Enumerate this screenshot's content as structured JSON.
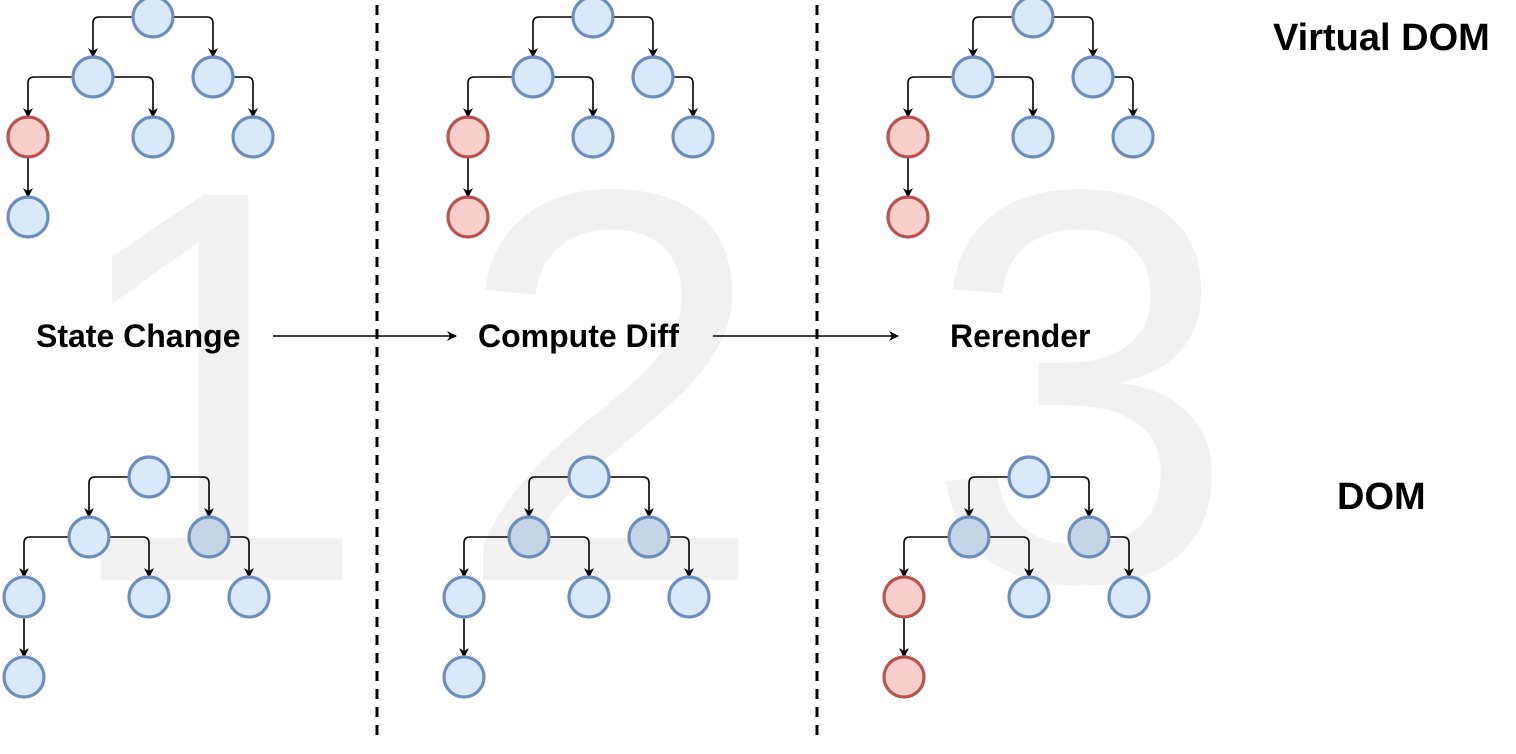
{
  "steps": [
    {
      "number": "1",
      "label": "State Change"
    },
    {
      "number": "2",
      "label": "Compute Diff"
    },
    {
      "number": "3",
      "label": "Rerender"
    }
  ],
  "rows": {
    "virtual_dom": "Virtual DOM",
    "dom": "DOM"
  },
  "colors": {
    "node_fill": "#dae8fc",
    "node_stroke": "#6c8ebf",
    "changed_fill": "#f8cecc",
    "changed_stroke": "#b85450",
    "faded_fill": "#c5d4e6"
  },
  "node_states": {
    "panel1_virtual": [
      "normal",
      "normal",
      "normal",
      "changed",
      "normal",
      "normal",
      "normal"
    ],
    "panel1_dom": [
      "normal",
      "normal",
      "faded",
      "normal",
      "normal",
      "normal",
      "normal"
    ],
    "panel2_virtual": [
      "normal",
      "normal",
      "normal",
      "changed",
      "normal",
      "normal",
      "changed"
    ],
    "panel2_dom": [
      "normal",
      "faded",
      "faded",
      "normal",
      "normal",
      "normal",
      "normal"
    ],
    "panel3_virtual": [
      "normal",
      "normal",
      "normal",
      "changed",
      "normal",
      "normal",
      "changed"
    ],
    "panel3_dom": [
      "normal",
      "faded",
      "faded",
      "changed",
      "normal",
      "normal",
      "changed"
    ]
  }
}
